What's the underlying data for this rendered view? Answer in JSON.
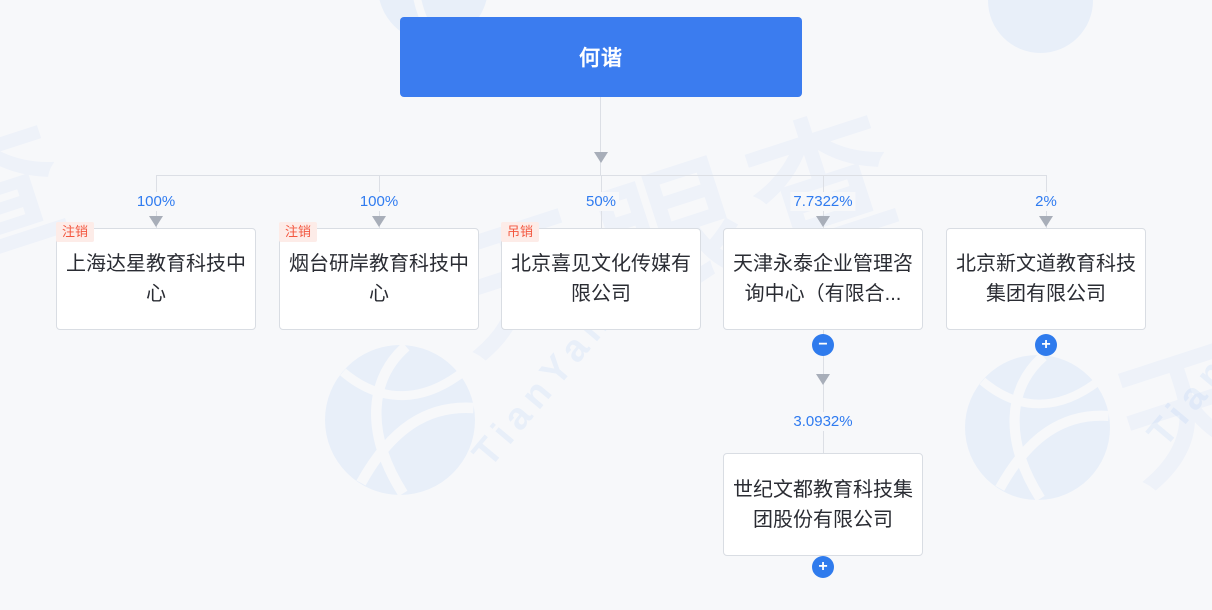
{
  "colors": {
    "background": "#f7f8fa",
    "root_node_blue": "#3b7cef",
    "accent_blue": "#2f7bf0",
    "connector_line": "#dcdfe5",
    "arrow_gray": "#a8aeb9",
    "badge_red": "#f3573f",
    "badge_bg": "#fdece8",
    "box_border": "#d9dde3",
    "box_text": "#2a2c33"
  },
  "root": {
    "label": "何谐"
  },
  "children": [
    {
      "percent": "100%",
      "badge": "注销",
      "name": "上海达星教育科技中心"
    },
    {
      "percent": "100%",
      "badge": "注销",
      "name": "烟台研岸教育科技中心"
    },
    {
      "percent": "50%",
      "badge": "吊销",
      "name": "北京喜见文化传媒有限公司"
    },
    {
      "percent": "7.7322%",
      "badge": "",
      "name": "天津永泰企业管理咨询中心（有限合..."
    },
    {
      "percent": "2%",
      "badge": "",
      "name": "北京新文道教育科技集团有限公司"
    }
  ],
  "subsidiary": {
    "percent": "3.0932%",
    "name": "世纪文都教育科技集团股份有限公司"
  },
  "icons": {
    "minus_glyph": "−",
    "plus_glyph": "+"
  },
  "watermark": {
    "cjk_text": "天眼查",
    "latin_text": "TianYanCha"
  }
}
